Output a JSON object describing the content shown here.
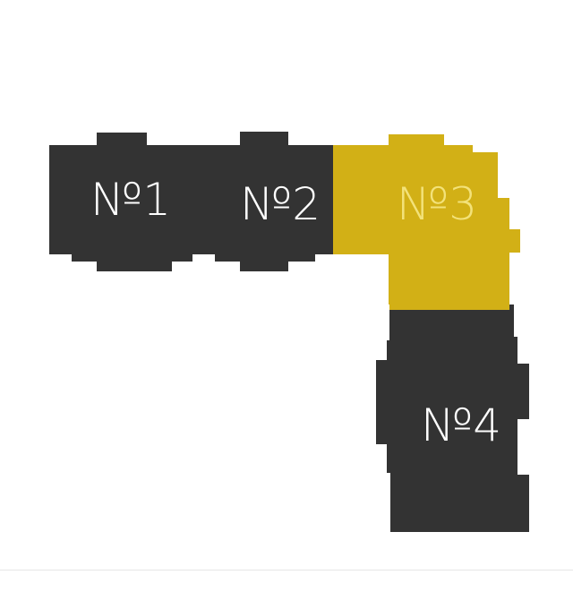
{
  "buildings": [
    {
      "id": "b1",
      "label": "№1",
      "fill": "#333333",
      "text_color": "#ffffff",
      "selected": false
    },
    {
      "id": "b2",
      "label": "№2",
      "fill": "#333333",
      "text_color": "#ffffff",
      "selected": false
    },
    {
      "id": "b3",
      "label": "№3",
      "fill": "#d2b016",
      "text_color": "#f3e27a",
      "selected": true
    },
    {
      "id": "b4",
      "label": "№4",
      "fill": "#333333",
      "text_color": "#ffffff",
      "selected": false
    }
  ],
  "colors": {
    "background": "#ffffff",
    "dark": "#333333",
    "accent": "#d2b016"
  }
}
